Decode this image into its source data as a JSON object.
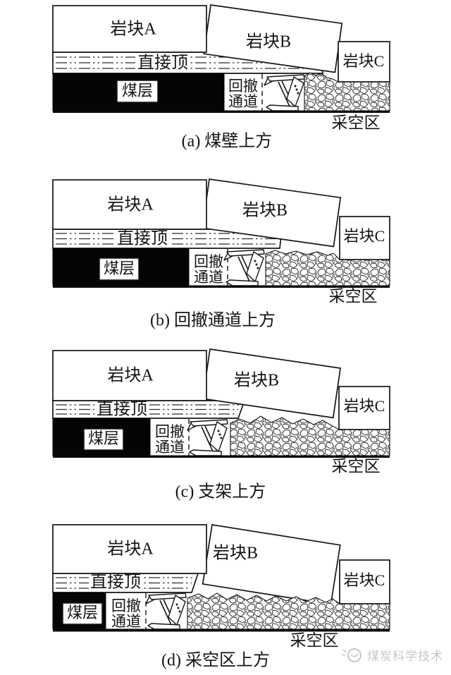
{
  "figure": {
    "watermark": "煤炭科学技术",
    "colors": {
      "ink": "#161616",
      "coal_fill": "#050505",
      "watermark_gray": "#c6c6c6",
      "background": "#ffffff"
    },
    "panels": [
      {
        "id": "a",
        "caption": "(a) 煤壁上方",
        "labels": {
          "rock_a": "岩块A",
          "rock_b": "岩块B",
          "rock_c": "岩块C",
          "roof": "直接顶",
          "coal": "煤层",
          "channel_line1": "回撤",
          "channel_line2": "通道",
          "goaf": "采空区"
        }
      },
      {
        "id": "b",
        "caption": "(b) 回撤通道上方",
        "labels": {
          "rock_a": "岩块A",
          "rock_b": "岩块B",
          "rock_c": "岩块C",
          "roof": "直接顶",
          "coal": "煤层",
          "channel_line1": "回撤",
          "channel_line2": "通道",
          "goaf": "采空区"
        }
      },
      {
        "id": "c",
        "caption": "(c) 支架上方",
        "labels": {
          "rock_a": "岩块A",
          "rock_b": "岩块B",
          "rock_c": "岩块C",
          "roof": "直接顶",
          "coal": "煤层",
          "channel_line1": "回撤",
          "channel_line2": "通道",
          "goaf": "采空区"
        }
      },
      {
        "id": "d",
        "caption": "(d) 采空区上方",
        "labels": {
          "rock_a": "岩块A",
          "rock_b": "岩块B",
          "rock_c": "岩块C",
          "roof": "直接顶",
          "coal": "煤层",
          "channel_line1": "回撤",
          "channel_line2": "通道",
          "goaf": "采空区"
        }
      }
    ]
  }
}
